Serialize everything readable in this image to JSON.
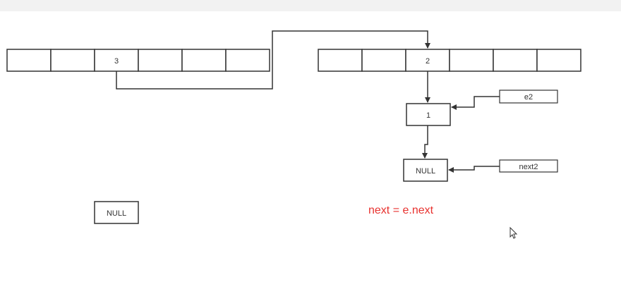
{
  "left_array": {
    "cells": [
      "",
      "",
      "3",
      "",
      "",
      ""
    ]
  },
  "right_array": {
    "cells": [
      "",
      "",
      "2",
      "",
      "",
      ""
    ]
  },
  "nodes": {
    "node_1": "1",
    "node_null_right": "NULL",
    "node_null_left": "NULL"
  },
  "pointers": {
    "e2": "e2",
    "next2": "next2"
  },
  "caption": {
    "text": "next = e.next",
    "color": "#e8322f"
  },
  "icons": {
    "cursor": "mouse-pointer-icon"
  }
}
